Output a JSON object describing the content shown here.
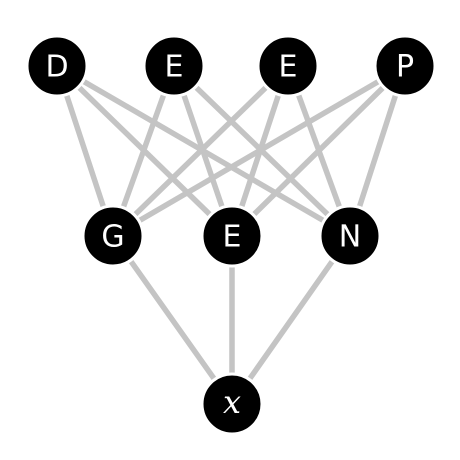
{
  "diagram": {
    "nodes": {
      "d1": {
        "label": "D"
      },
      "e1": {
        "label": "E"
      },
      "e2": {
        "label": "E"
      },
      "p1": {
        "label": "P"
      },
      "g": {
        "label": "G"
      },
      "e3": {
        "label": "E"
      },
      "n": {
        "label": "N"
      },
      "x": {
        "label": "x"
      }
    },
    "edges": [
      [
        "d1",
        "g"
      ],
      [
        "d1",
        "e3"
      ],
      [
        "d1",
        "n"
      ],
      [
        "e1",
        "g"
      ],
      [
        "e1",
        "e3"
      ],
      [
        "e1",
        "n"
      ],
      [
        "e2",
        "g"
      ],
      [
        "e2",
        "e3"
      ],
      [
        "e2",
        "n"
      ],
      [
        "p1",
        "g"
      ],
      [
        "p1",
        "e3"
      ],
      [
        "p1",
        "n"
      ],
      [
        "g",
        "x"
      ],
      [
        "e3",
        "x"
      ],
      [
        "n",
        "x"
      ]
    ],
    "colors": {
      "node_fill": "#000000",
      "node_text": "#ffffff",
      "edge": "#c4c4c4",
      "background": "#ffffff"
    }
  }
}
